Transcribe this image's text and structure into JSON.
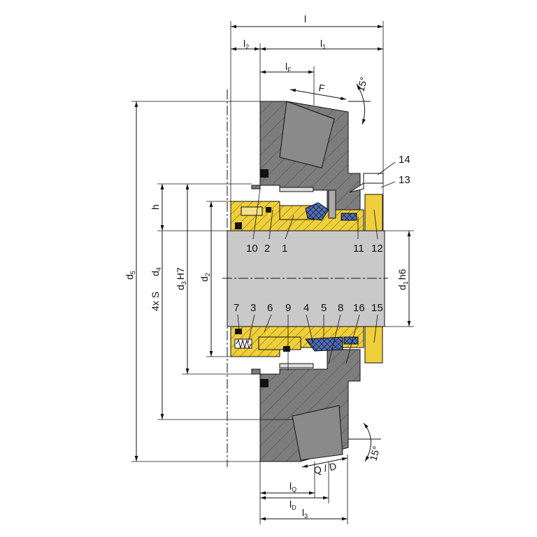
{
  "title": "Mechanical seal sectional drawing",
  "colors": {
    "housing": "#7d7d7d",
    "shaft": "#c9c9c9",
    "metal_part": "#f0cf3c",
    "seal_face": "#4d6fb8",
    "oring": "#111111"
  },
  "dimensions": {
    "l": "l",
    "l1": "l",
    "l1_sub": "1",
    "l2": "l",
    "l2_sub": "2",
    "lF": "l",
    "lF_sub": "F",
    "F": "F",
    "angle_top": "15°",
    "angle_bottom": "15°",
    "lQ": "l",
    "lQ_sub": "Q",
    "lD": "l",
    "lD_sub": "D",
    "l3": "l",
    "l3_sub": "3",
    "QD": "Q / D",
    "d5": "d",
    "d5_sub": "5",
    "d4": "d",
    "d4_sub": "4",
    "S": "4x S",
    "h": "h",
    "d3": "d",
    "d3_sub": "3",
    "d3_tol": "H7",
    "d2": "d",
    "d2_sub": "2",
    "d1": "d",
    "d1_sub": "1",
    "d1_tol": "h6"
  },
  "part_labels_top": [
    "10",
    "2",
    "1",
    "11",
    "12"
  ],
  "part_labels_bottom": [
    "7",
    "3",
    "6",
    "9",
    "4",
    "5",
    "8",
    "16",
    "15"
  ],
  "part_labels_right": [
    "14",
    "13"
  ]
}
